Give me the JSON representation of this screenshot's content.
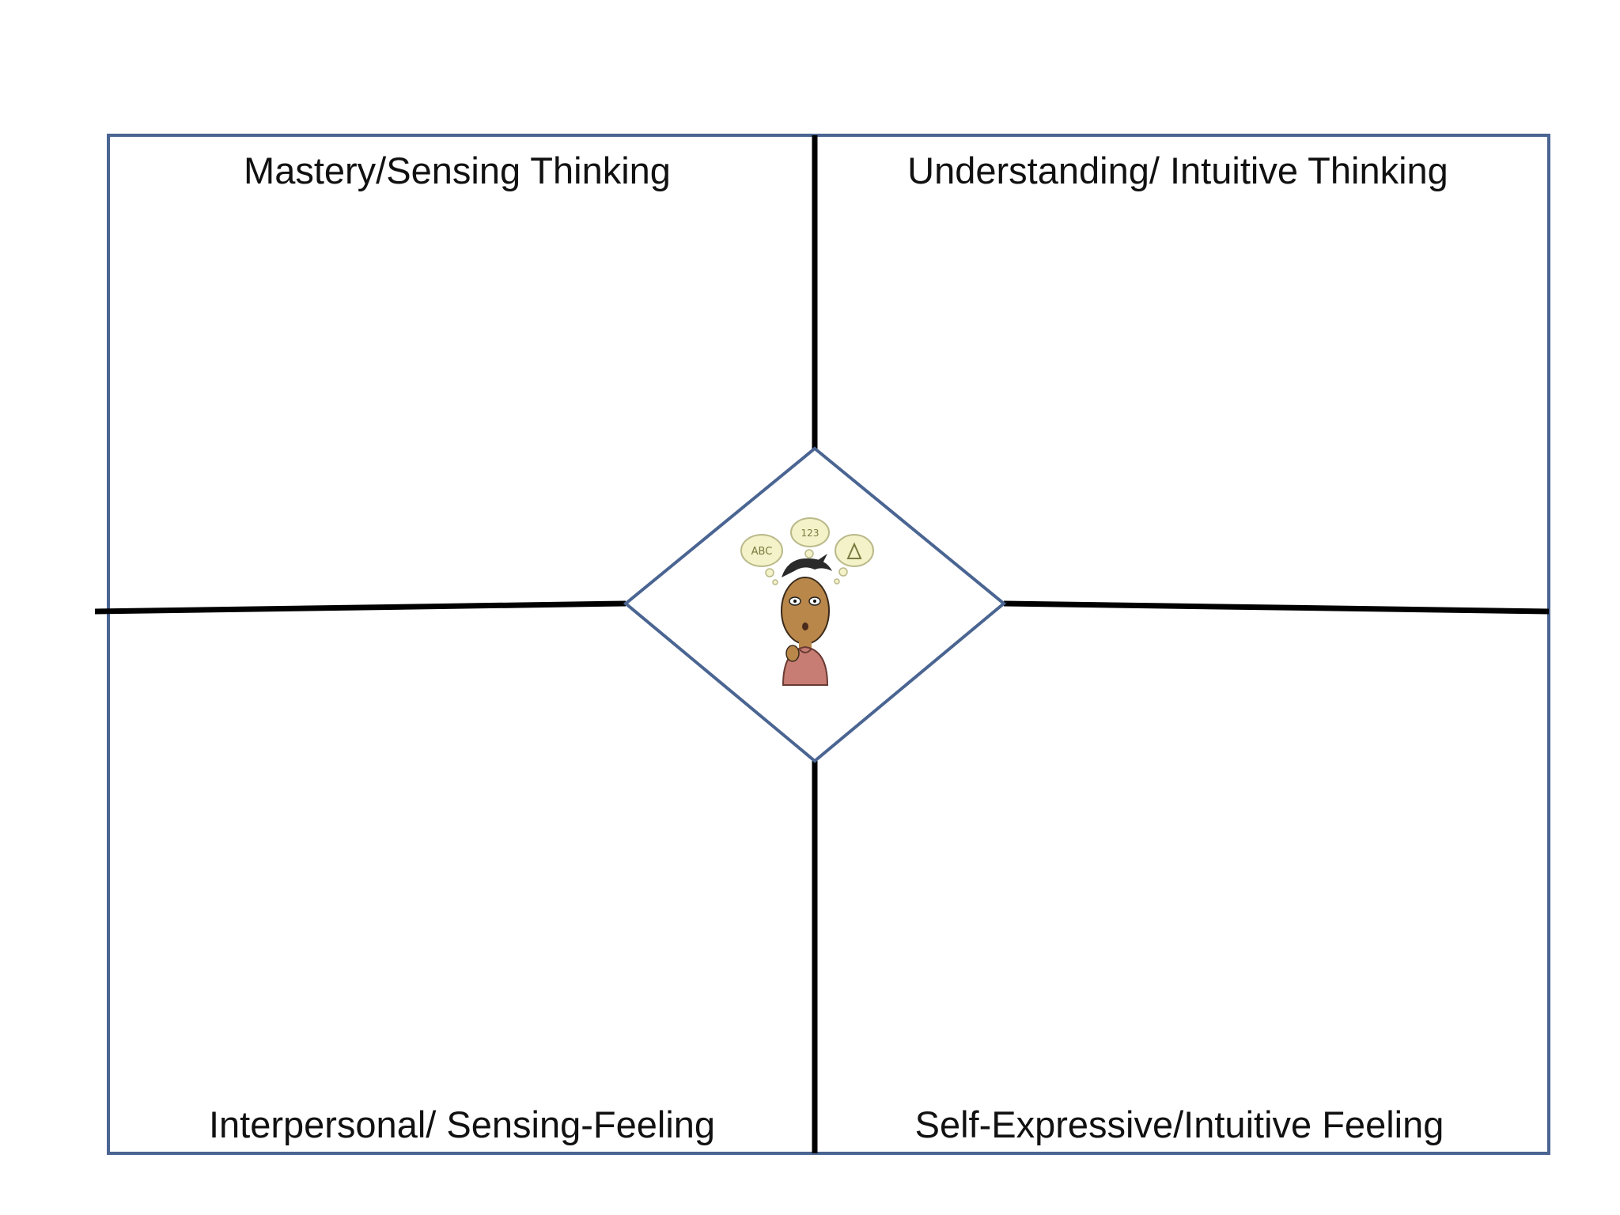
{
  "quadrants": {
    "top_left": "Mastery/Sensing Thinking",
    "top_right": "Understanding/ Intuitive Thinking",
    "bottom_left": "Interpersonal/ Sensing-Feeling",
    "bottom_right": "Self-Expressive/Intuitive Feeling"
  },
  "center_image": {
    "icon": "thinking-student-icon",
    "bubbles": [
      "thought-bubble-icon",
      "thought-bubble-icon",
      "thought-bubble-icon"
    ]
  },
  "colors": {
    "frame": "#4a6592",
    "divider": "#000000",
    "diamond": "#4a6592",
    "text": "#111111"
  }
}
